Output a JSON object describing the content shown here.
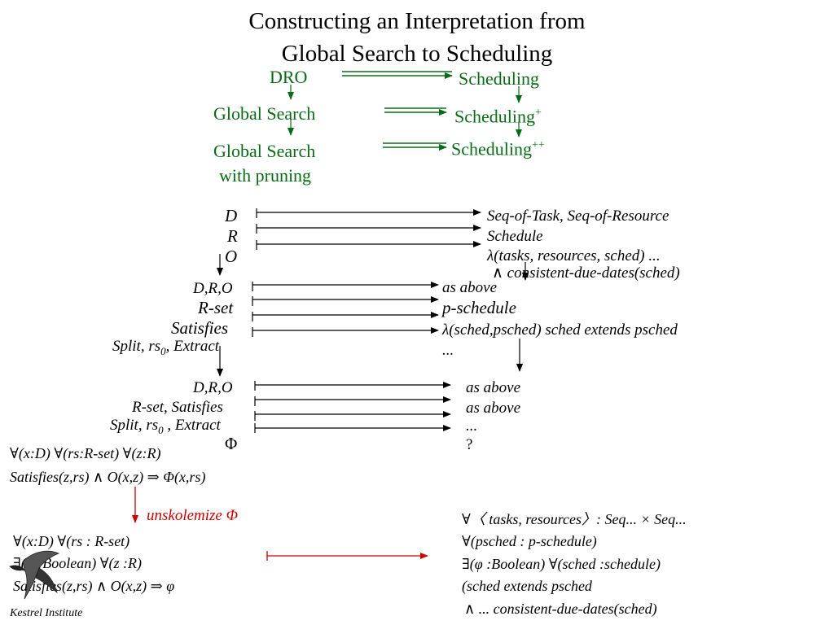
{
  "title": {
    "line1": "Constructing an Interpretation from",
    "line2": "Global Search to Scheduling"
  },
  "flow": {
    "dro": "DRO",
    "global_search": "Global Search",
    "global_search_pruning_1": "Global Search",
    "global_search_pruning_2": "with pruning",
    "scheduling": "Scheduling",
    "scheduling_plus": "Scheduling",
    "scheduling_plus_sup": "+",
    "scheduling_pp": "Scheduling",
    "scheduling_pp_sup": "++"
  },
  "block1": {
    "left": [
      "D",
      "R",
      "O"
    ],
    "right": [
      "Seq-of-Task, Seq-of-Resource",
      "Schedule",
      "λ(tasks, resources, sched) ...",
      "∧ consistent-due-dates(sched)"
    ]
  },
  "block2": {
    "left": [
      "D,R,O",
      "R-set",
      "Satisfies",
      "Split, rs",
      "0",
      ", Extract"
    ],
    "right": [
      "as above",
      "p-schedule",
      "λ(sched,psched) sched extends psched",
      "..."
    ]
  },
  "block3": {
    "left": [
      "D,R,O",
      "R-set, Satisfies",
      "Split, rs",
      "0",
      " , Extract",
      "Φ"
    ],
    "right": [
      "as above",
      "as above",
      "...",
      "?"
    ]
  },
  "formula1": {
    "line1": "∀(x:D) ∀(rs:R-set) ∀(z:R)",
    "line2": "Satisfies(z,rs) ∧ O(x,z) ⇒ Φ(x,rs)"
  },
  "unskolemize": "unskolemize Φ",
  "formula2": {
    "line1": "∀(x:D) ∀(rs : R-set)",
    "line2": "∃(φ :Boolean) ∀(z :R)",
    "line3": "Satisfies(z,rs) ∧ O(x,z) ⇒ φ"
  },
  "formula3": {
    "line1": "∀〈 tasks, resources〉: Seq... × Seq...",
    "line2": "∀(psched : p-schedule)",
    "line3": "∃(φ :Boolean) ∀(sched :schedule)",
    "line4": "(sched extends psched",
    "line5": "∧ ... consistent-due-dates(sched)"
  },
  "footer": "Kestrel Institute",
  "colors": {
    "green": "#0a6b16",
    "red": "#cc0000"
  }
}
